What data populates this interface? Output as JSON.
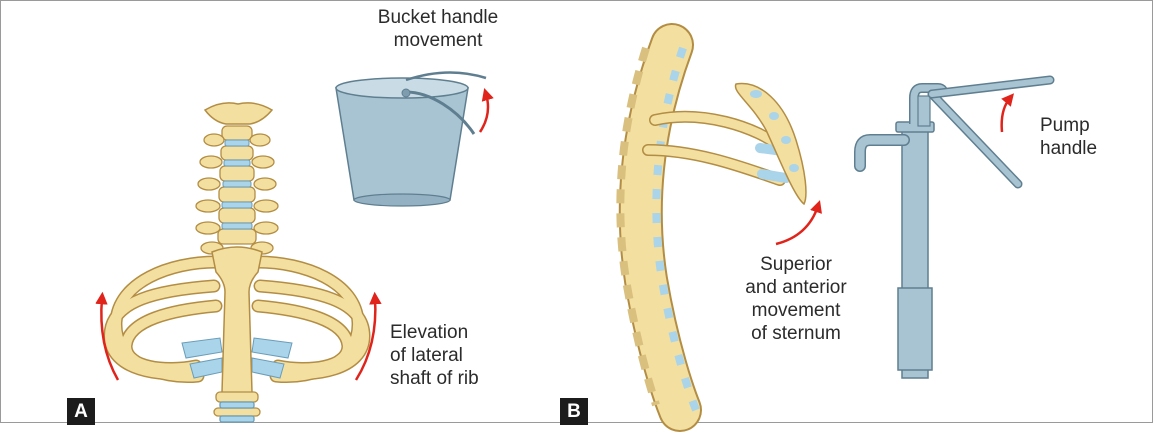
{
  "panels": [
    {
      "letter": "A"
    },
    {
      "letter": "B"
    }
  ],
  "labels": {
    "bucket_handle": [
      "Bucket handle",
      "movement"
    ],
    "elevation": [
      "Elevation",
      "of lateral",
      "shaft of rib"
    ],
    "sternum_movement": [
      "Superior",
      "and anterior",
      "movement",
      "of sternum"
    ],
    "pump_handle": [
      "Pump",
      "handle"
    ]
  },
  "colors": {
    "bone": "#f3dfa0",
    "bone_outline": "#b38d43",
    "cartilage": "#a9d4ea",
    "metal": "#a8c4d3",
    "metal_outline": "#5f7f90",
    "arrow": "#e0241b"
  }
}
